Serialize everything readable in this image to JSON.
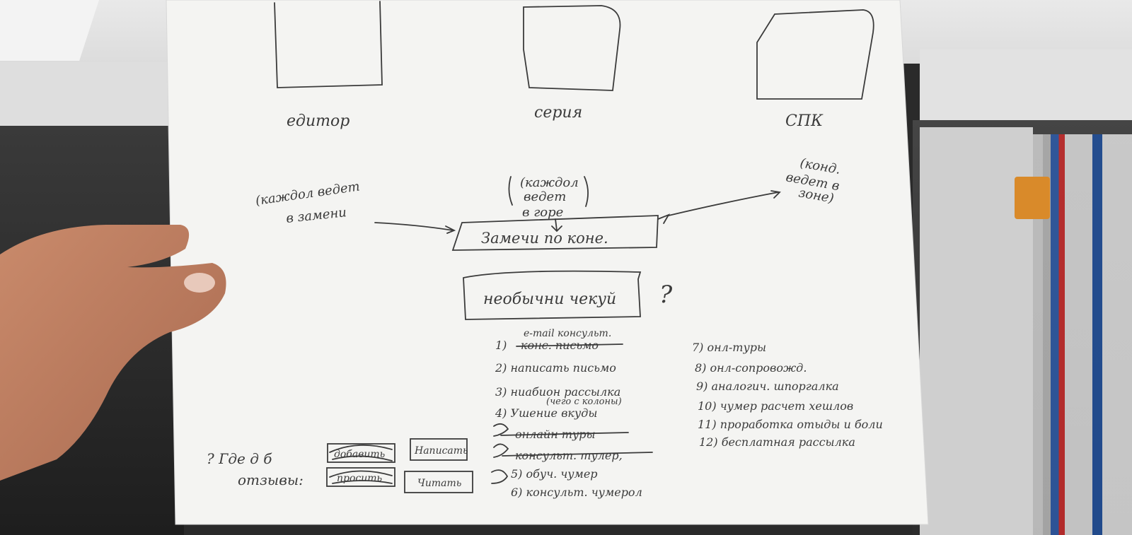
{
  "sketch": {
    "screen_labels": {
      "left": "едитор",
      "center": "серия",
      "right": "СПК"
    },
    "notes": {
      "left": [
        "(каждол ведет",
        "в замени"
      ],
      "center": [
        "(каждол",
        "ведет",
        "в горе"
      ],
      "right": [
        "(конд.",
        "ведет в",
        "зоне)"
      ]
    },
    "center_box": "Замечи по коне.",
    "question_box": "необычни чекуй",
    "question_mark": "?",
    "list_left": {
      "item1_note": "e-mail консульт.",
      "item1_struck": "конс. письмо",
      "item1_num": "1)",
      "item2": "2) написать письмо",
      "item3": "3) ниабион рассылка",
      "item3_sub": "(чего с колоны)",
      "item4": "4) Ушение вкуды",
      "item5_struck": "онлайн туры",
      "item6_struck": "консульт. тулер,",
      "item5": "5) обуч. чумер",
      "item6": "6) консульт. чумерол"
    },
    "list_right": {
      "item7": "7) онл-туры",
      "item8": "8) онл-сопровожд.",
      "item9": "9) аналогич. шпоргалка",
      "item10": "10) чумер расчет хешлов",
      "item11": "11) проработка отыды и боли",
      "item12": "12) бесплатная рассылка"
    },
    "reviews": {
      "question": "? Где д б",
      "question2": "отзывы:",
      "struck1": "добавить",
      "struck2": "просить",
      "btn_write": "Написать",
      "btn_read": "Читать"
    }
  }
}
